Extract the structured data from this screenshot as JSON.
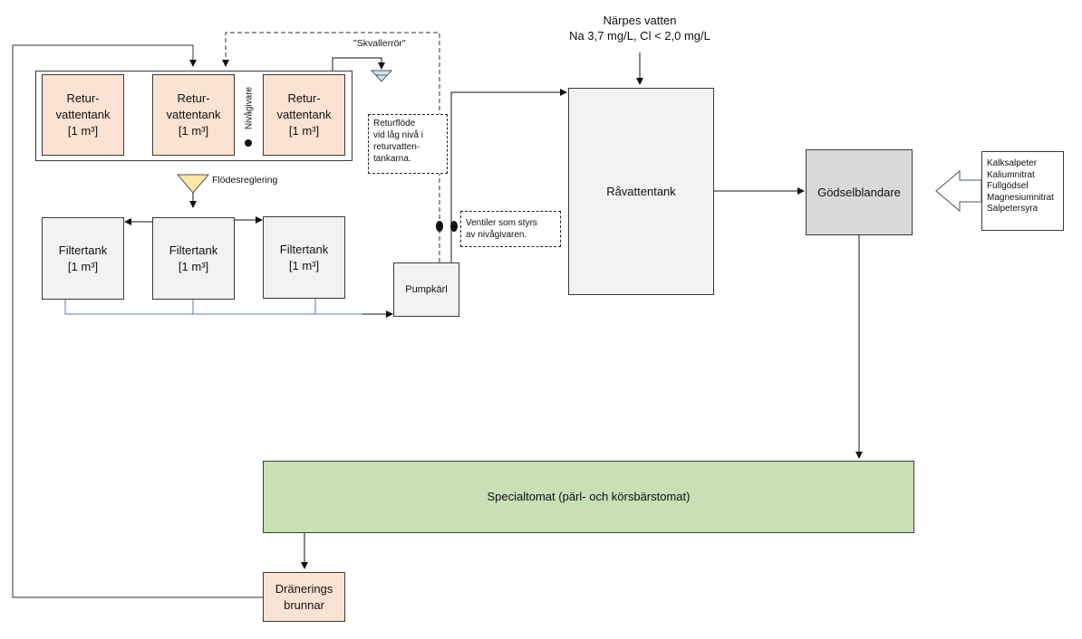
{
  "source": {
    "name": "Närpes vatten",
    "quality": "Na 3,7 mg/L, Cl < 2,0 mg/L"
  },
  "return_tanks": [
    {
      "line1": "Retur-",
      "line2": "vattentank",
      "volume": "[1 m³]"
    },
    {
      "line1": "Retur-",
      "line2": "vattentank",
      "volume": "[1 m³]"
    },
    {
      "line1": "Retur-",
      "line2": "vattentank",
      "volume": "[1 m³]"
    }
  ],
  "level_sensor": "Nivågivare",
  "overflow_pipe": "\"Skvallerrör\"",
  "flow_control": "Flödesreglering",
  "filter_tanks": [
    {
      "name": "Filtertank",
      "volume": "[1 m³]"
    },
    {
      "name": "Filtertank",
      "volume": "[1 m³]"
    },
    {
      "name": "Filtertank",
      "volume": "[1 m³]"
    }
  ],
  "pump_vessel": "Pumpkärl",
  "notes": {
    "return_flow": [
      "Returflöde",
      "vid låg nivå i",
      "returvatten-",
      "tankarna."
    ],
    "valves": [
      "Ventiler som styrs",
      "av nivågivaren."
    ]
  },
  "raw_water_tank": "Råvattentank",
  "fertilizer_mixer": "Gödselblandare",
  "fertilizers": [
    "Kalksalpeter",
    "Kaliumnitrat",
    "Fullgödsel",
    "Magnesiumnitrat",
    "Salpetersyra"
  ],
  "crop": "Specialtomat (pärl- och körsbärstomat)",
  "drainage": {
    "line1": "Dränerings",
    "line2": "brunnar"
  },
  "colors": {
    "return_tank_fill": "#fbe3d4",
    "filter_fill": "#f2f2f2",
    "mixer_fill": "#d9d9d9",
    "crop_fill": "#c7e0b4",
    "flow_control_fill": "#fbe7a6",
    "pipe_blue": "#5b7fb0"
  }
}
